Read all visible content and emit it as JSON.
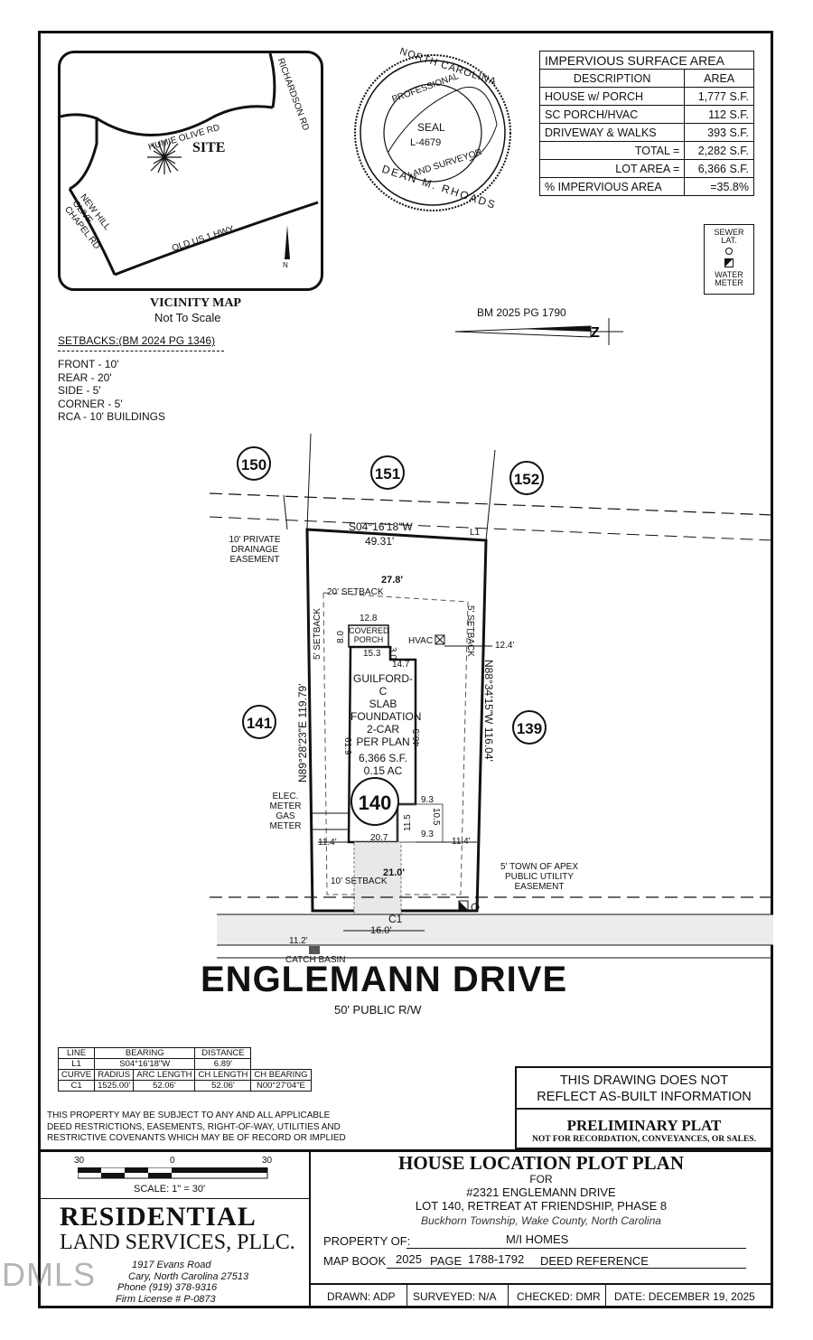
{
  "vicinity": {
    "title": "VICINITY MAP",
    "subtitle": "Not To Scale",
    "roads": [
      "HUMIE OLIVE RD",
      "RICHARDSON RD",
      "NEW HILL OLIVE CHAPEL RD",
      "OLD US 1 HWY"
    ],
    "site_label": "SITE",
    "north_label": "N"
  },
  "seal": {
    "state": "NORTH CAROLINA",
    "title": "PROFESSIONAL",
    "seal_word": "SEAL",
    "number": "L-4679",
    "role": "LAND SURVEYOR",
    "name": "DEAN M. RHOADS"
  },
  "impervious": {
    "title": "IMPERVIOUS SURFACE AREA",
    "headers": [
      "DESCRIPTION",
      "AREA"
    ],
    "rows": [
      {
        "desc": "HOUSE w/ PORCH",
        "area": "1,777 S.F."
      },
      {
        "desc": "SC PORCH/HVAC",
        "area": "112 S.F."
      },
      {
        "desc": "DRIVEWAY & WALKS",
        "area": "393 S.F."
      }
    ],
    "total_label": "TOTAL =",
    "total": "2,282 S.F.",
    "lot_label": "LOT AREA =",
    "lot": "6,366 S.F.",
    "pct_label": "% IMPERVIOUS AREA",
    "pct": "=35.8%"
  },
  "legend": {
    "sewer": "SEWER LAT.",
    "water": "WATER METER"
  },
  "bm_ref": "BM 2025 PG 1790",
  "setbacks": {
    "title": "SETBACKS:(BM 2024 PG 1346)",
    "items": [
      "FRONT - 10'",
      "REAR - 20'",
      "SIDE - 5'",
      "CORNER - 5'",
      "RCA - 10' BUILDINGS"
    ]
  },
  "lots": {
    "l150": "150",
    "l151": "151",
    "l152": "152",
    "l141": "141",
    "l139": "139",
    "l140": "140"
  },
  "plot": {
    "rear_bearing": "S04°16'18\"W",
    "rear_dist": "49.31'",
    "l1": "L1",
    "drainage": [
      "10' PRIVATE",
      "DRAINAGE",
      "EASEMENT"
    ],
    "rear_dim": "27.8'",
    "rear_setback": "20' SETBACK",
    "side_setback_l": "5' SETBACK",
    "side_setback_r": "5' SETBACK",
    "left_bearing": "N89°28'23\"E   119.79'",
    "right_bearing": "N88°34'15\"W   116.04'",
    "porch_w": "12.8",
    "porch_d": "8.0",
    "porch": [
      "COVERED",
      "PORCH"
    ],
    "hvac": "HVAC",
    "hvac_dim": "12.4'",
    "d153": "15.3",
    "d30": "3.0",
    "d147": "14.7",
    "house": [
      "GUILFORD-C",
      "SLAB",
      "FOUNDATION",
      "2-CAR",
      "PER PLAN"
    ],
    "area_sf": "6,366 S.F.",
    "area_ac": "0.15 AC",
    "d465": "46.5",
    "d619": "61.9",
    "d93a": "9.3",
    "d105": "10.5",
    "d115": "11.5",
    "d93b": "9.3",
    "d207": "20.7",
    "elec": [
      "ELEC.",
      "METER",
      "GAS",
      "METER"
    ],
    "left_114": "11.4'",
    "right_114": "11.4'",
    "front_dim": "21.0'",
    "front_setback": "10' SETBACK",
    "utility": [
      "5' TOWN OF APEX",
      "PUBLIC UTILITY",
      "EASEMENT"
    ],
    "c1": "C1",
    "d160": "16.0'",
    "d112": "11.2'",
    "catch": "CATCH BASIN"
  },
  "street": {
    "name": "ENGLEMANN DRIVE",
    "rw": "50' PUBLIC R/W"
  },
  "curve_table": {
    "line_headers": [
      "LINE",
      "BEARING",
      "DISTANCE"
    ],
    "line_row": [
      "L1",
      "S04°16'18\"W",
      "6.89'"
    ],
    "curve_headers": [
      "CURVE",
      "RADIUS",
      "ARC LENGTH",
      "CH LENGTH",
      "CH BEARING"
    ],
    "curve_row": [
      "C1",
      "1525.00'",
      "52.06'",
      "52.06'",
      "N00°27'04\"E"
    ]
  },
  "restriction_note": [
    "THIS PROPERTY MAY BE SUBJECT TO ANY AND ALL APPLICABLE",
    "DEED RESTRICTIONS, EASEMENTS, RIGHT-OF-WAY, UTILITIES AND",
    "RESTRICTIVE COVENANTS WHICH MAY BE OF RECORD OR IMPLIED"
  ],
  "asbuilt": [
    "THIS DRAWING DOES NOT",
    "REFLECT AS-BUILT INFORMATION"
  ],
  "prelim": {
    "title": "PRELIMINARY PLAT",
    "note": "NOT FOR RECORDATION, CONVEYANCES, OR SALES."
  },
  "scale": {
    "left": "30",
    "mid": "0",
    "right": "30",
    "label": "SCALE: 1\" = 30'"
  },
  "company": {
    "line1": "RESIDENTIAL",
    "line2": "LAND SERVICES, PLLC.",
    "address": "1917 Evans Road",
    "city": "Cary, North Carolina 27513",
    "phone": "Phone (919) 378-9316",
    "license": "Firm License # P-0873"
  },
  "plan": {
    "title": "HOUSE LOCATION PLOT PLAN",
    "for": "FOR",
    "address": "#2321 ENGLEMANN DRIVE",
    "lot": "LOT 140, RETREAT AT FRIENDSHIP, PHASE 8",
    "county": "Buckhorn Township, Wake County, North Carolina",
    "property_label": "PROPERTY OF:",
    "property": "M/I HOMES",
    "mapbook_label": "MAP BOOK",
    "mapbook": "2025",
    "page_label": "PAGE",
    "page": "1788-1792",
    "deed_label": "DEED REFERENCE"
  },
  "footer": {
    "drawn": "DRAWN: ADP",
    "surveyed": "SURVEYED: N/A",
    "checked": "CHECKED: DMR",
    "date": "DATE: DECEMBER 19, 2025"
  },
  "watermark": "DMLS"
}
